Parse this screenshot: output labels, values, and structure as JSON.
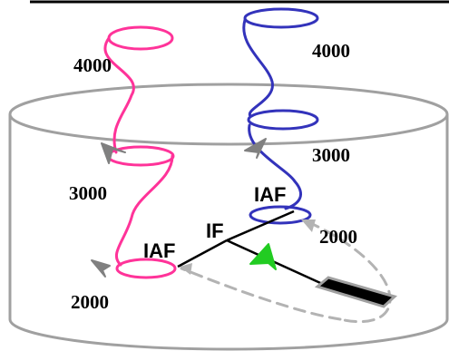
{
  "colors": {
    "left_holding": "#ff3399",
    "right_holding": "#3333bb",
    "airspace_outline": "#a0a0a0",
    "aircraft_grey": "#808080",
    "aircraft_green": "#22cc22",
    "dashed_path": "#b3b3b3",
    "runway": "#000000"
  },
  "left_stack": {
    "alt_top": "4000",
    "alt_mid": "3000",
    "alt_bottom": "2000",
    "fix_label": "IAF"
  },
  "right_stack": {
    "alt_top": "4000",
    "alt_mid": "3000",
    "alt_bottom": "2000",
    "fix_label": "IAF"
  },
  "intermediate_fix_label": "IF"
}
